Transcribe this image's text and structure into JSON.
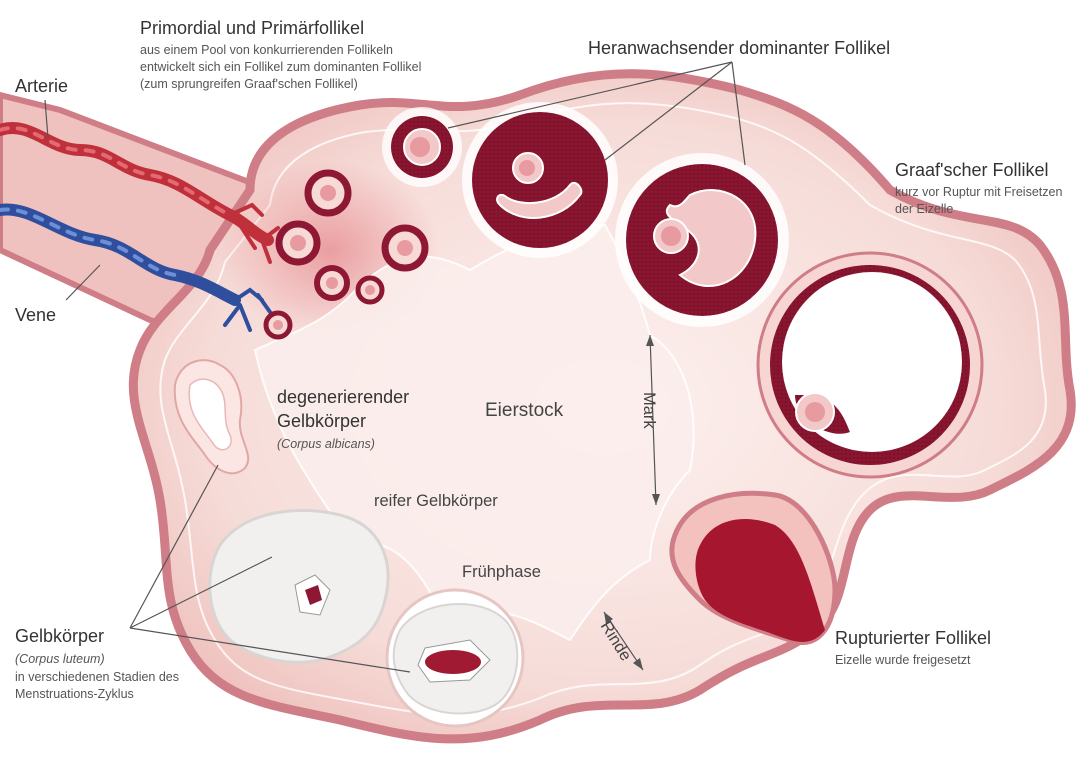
{
  "labels": {
    "primordial_title": "Primordial und Primärfollikel",
    "primordial_desc_1": "aus einem Pool von konkurrierenden Follikeln",
    "primordial_desc_2": "entwickelt sich ein Follikel zum dominanten Follikel",
    "primordial_desc_3": "(zum sprungreifen Graaf'schen Follikel)",
    "dominant_title": "Heranwachsender dominanter Follikel",
    "graaf_title": "Graaf'scher Follikel",
    "graaf_desc_1": "kurz vor Ruptur mit Freisetzen",
    "graaf_desc_2": "der Eizelle",
    "arterie": "Arterie",
    "vene": "Vene",
    "degenerating_1": "degenerierender",
    "degenerating_2": "Gelbkörper",
    "degenerating_latin": "(Corpus albicans)",
    "eierstock": "Eierstock",
    "mark": "Mark",
    "rinde": "Rinde",
    "reifer": "reifer Gelbkörper",
    "fruehphase": "Frühphase",
    "gelbkoerper_title": "Gelbkörper",
    "gelbkoerper_latin": "(Corpus luteum)",
    "gelbkoerper_desc_1": "in verschiedenen Stadien des",
    "gelbkoerper_desc_2": "Menstruations-Zyklus",
    "ruptured_title": "Rupturierter Follikel",
    "ruptured_desc": "Eizelle wurde freigesetzt"
  },
  "colors": {
    "ovary_outer": "#cf7d86",
    "ovary_fill": "#f4d3d0",
    "medulla": "#fbeceb",
    "follicle": "#8e1833",
    "oocyte": "#e79aa0",
    "artery": "#c0303b",
    "vein": "#2f4f9e",
    "corpus_luteum": "#f1f0ee",
    "ruptured": "#a7162f"
  }
}
